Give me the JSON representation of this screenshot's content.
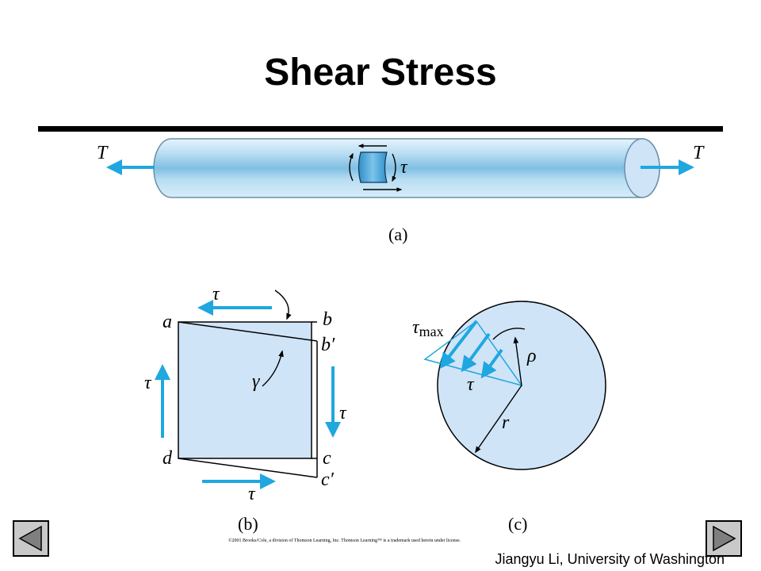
{
  "slide": {
    "title": "Shear Stress",
    "footer": "Jiangyu Li, University of Washington",
    "credit": "©2001 Brooks/Cole, a division of Thomson Learning, Inc.  Thomson Learning™ is a trademark used herein under license."
  },
  "figure_a": {
    "caption": "(a)",
    "torque_left": "T",
    "torque_right": "T",
    "shear_symbol": "τ"
  },
  "figure_b": {
    "caption": "(b)",
    "corner_a": "a",
    "corner_b": "b",
    "corner_b_prime": "b′",
    "corner_c": "c",
    "corner_c_prime": "c′",
    "corner_d": "d",
    "angle": "γ",
    "tau_top": "τ",
    "tau_left": "τ",
    "tau_right": "τ",
    "tau_bottom": "τ"
  },
  "figure_c": {
    "caption": "(c)",
    "tau_max_symbol": "τ",
    "tau_max_subscript": "max",
    "tau": "τ",
    "rho": "ρ",
    "radius": "r"
  },
  "colors": {
    "arrow": "#1fa7e0",
    "face_fill": "#cfe4f7",
    "bar_fill": "#a9d3ee"
  },
  "nav": {
    "prev_icon": "triangle-left-icon",
    "next_icon": "triangle-right-icon"
  }
}
